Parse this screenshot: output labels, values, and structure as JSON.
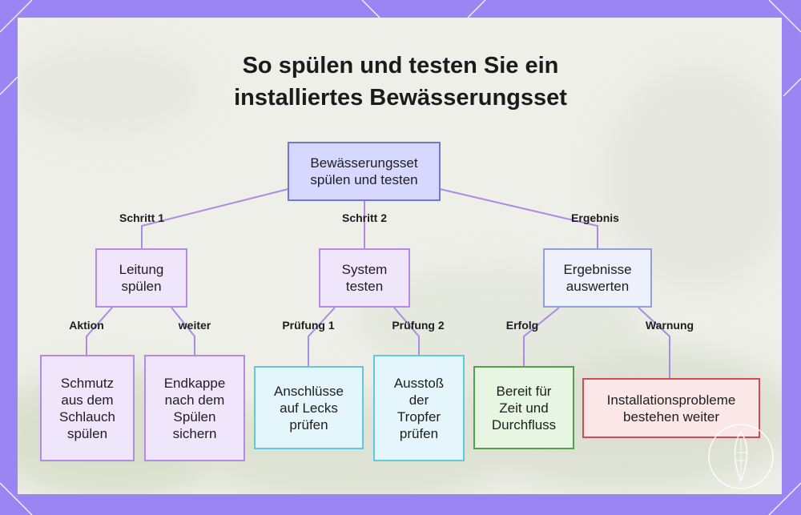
{
  "title_line1": "So spülen und testen Sie ein",
  "title_line2": "installiertes Bewässerungsset",
  "nodes": {
    "root": "Bewässerungsset spülen und testen",
    "flush": "Leitung spülen",
    "test": "System testen",
    "evaluate": "Ergebnisse auswerten",
    "dirt": "Schmutz aus dem Schlauch spülen",
    "endcap": "Endkappe nach dem Spülen sichern",
    "leaks": "Anschlüsse auf Lecks prüfen",
    "output": "Ausstoß der Tropfer prüfen",
    "ready": "Bereit für Zeit und Durchfluss",
    "problems": "Installationsprobleme bestehen weiter"
  },
  "edge_labels": {
    "step1": "Schritt 1",
    "step2": "Schritt 2",
    "result": "Ergebnis",
    "action": "Aktion",
    "next": "weiter",
    "check1": "Prüfung 1",
    "check2": "Prüfung 2",
    "success": "Erfolg",
    "warning": "Warnung"
  },
  "colors": {
    "background": "#9a86f2",
    "panel": "#eeefe8",
    "edge": "#a98be8"
  }
}
